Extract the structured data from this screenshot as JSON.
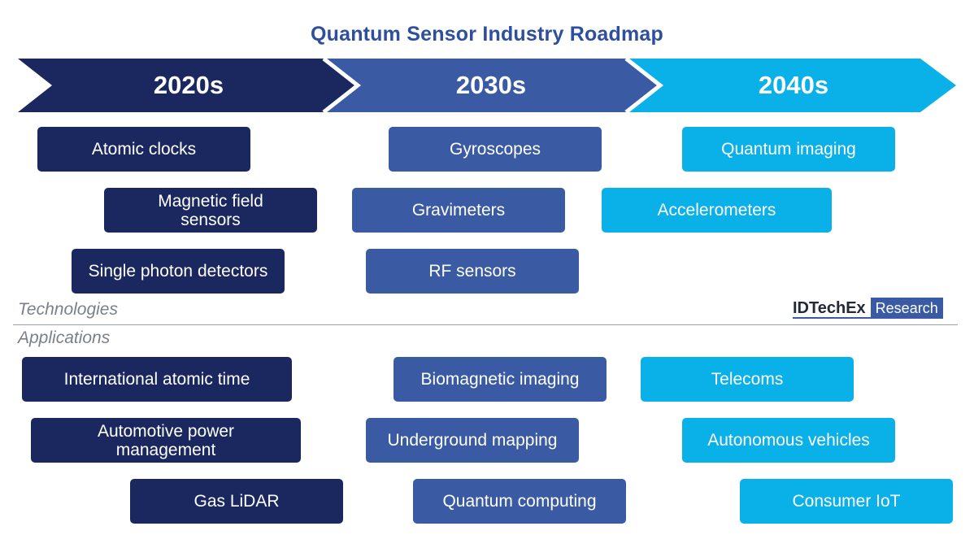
{
  "title": "Quantum Sensor Industry Roadmap",
  "colors": {
    "era1": "#1b2860",
    "era2": "#3a5ba3",
    "era3": "#0ab0e8"
  },
  "eras": [
    "2020s",
    "2030s",
    "2040s"
  ],
  "sections": {
    "technologies": "Technologies",
    "applications": "Applications"
  },
  "brand": {
    "name": "IDTechEx",
    "tag": "Research"
  },
  "technologies": {
    "2020s": [
      "Atomic clocks",
      "Magnetic field sensors",
      "Single photon detectors"
    ],
    "2030s": [
      "Gyroscopes",
      "Gravimeters",
      "RF sensors"
    ],
    "2040s": [
      "Quantum imaging",
      "Accelerometers"
    ]
  },
  "applications": {
    "2020s": [
      "International atomic time",
      "Automotive power management",
      "Gas LiDAR"
    ],
    "2030s": [
      "Biomagnetic imaging",
      "Underground mapping",
      "Quantum computing"
    ],
    "2040s": [
      "Telecoms",
      "Autonomous vehicles",
      "Consumer IoT"
    ]
  }
}
